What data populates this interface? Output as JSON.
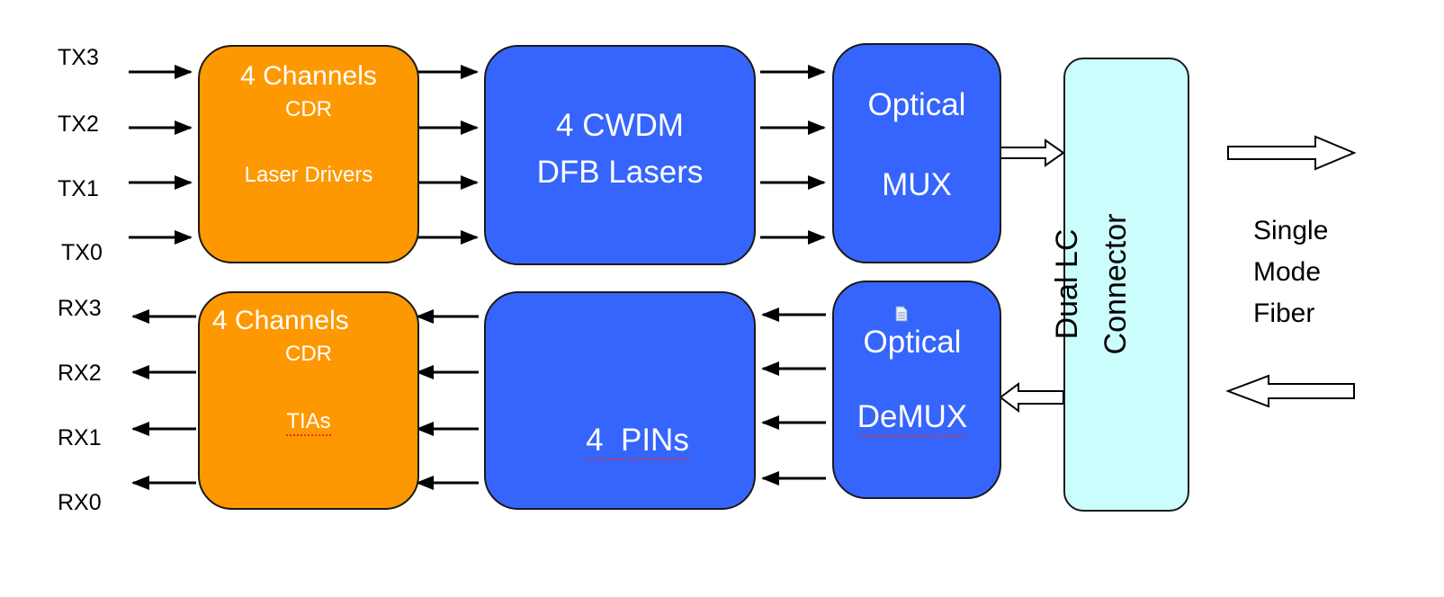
{
  "tx_ports": [
    "TX3",
    "TX2",
    "TX1",
    "TX0"
  ],
  "rx_ports": [
    "RX3",
    "RX2",
    "RX1",
    "RX0"
  ],
  "tx_cdr": {
    "line1": "4 Channels",
    "line2": "CDR",
    "line3": "Laser Drivers"
  },
  "lasers": {
    "line1": "4 CWDM",
    "line2": "DFB Lasers"
  },
  "mux": {
    "line1": "Optical",
    "line2": "MUX"
  },
  "rx_cdr": {
    "line1": "4 Channels",
    "line2": "CDR",
    "line3": "TIAs"
  },
  "pins": {
    "label": "4  PINs"
  },
  "demux": {
    "line1": "Optical",
    "line2": "DeMUX"
  },
  "connector": {
    "line1": "Dual LC",
    "line2": "Connector"
  },
  "fiber": {
    "line1": "Single",
    "line2": "Mode",
    "line3": "Fiber"
  },
  "colors": {
    "cdr_block": "#fe9800",
    "optical_block": "#3565fd",
    "connector_block": "#ccfdfd",
    "outline": "#1a1a1a"
  },
  "icons": [
    "arrow-right-icon",
    "arrow-left-icon",
    "hollow-arrow-icon",
    "document-icon"
  ]
}
